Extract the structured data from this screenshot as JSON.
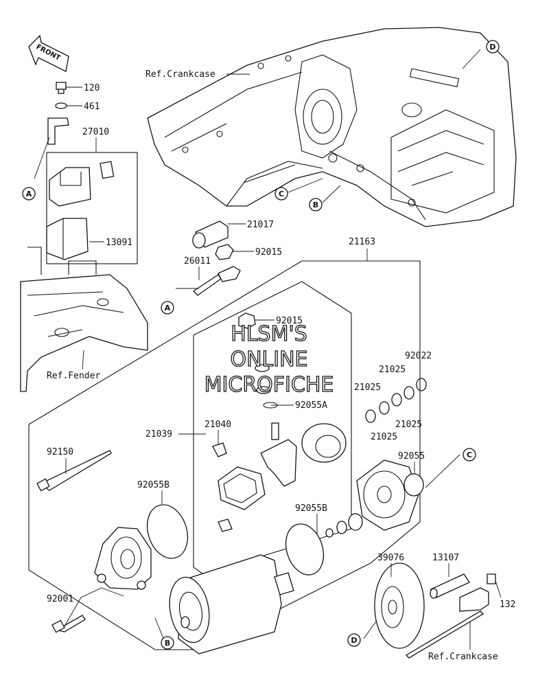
{
  "parts": {
    "p120": "120",
    "p461": "461",
    "p27010": "27010",
    "p13091": "13091",
    "p21017": "21017",
    "p92015a": "92015",
    "p26011": "26011",
    "p21163": "21163",
    "p92015b": "92015",
    "p92022": "92022",
    "p21025a": "21025",
    "p21025b": "21025",
    "p21025c": "21025",
    "p21025d": "21025",
    "p92055A": "92055A",
    "p21039": "21039",
    "p21040": "21040",
    "p92055": "92055",
    "p92150": "92150",
    "p92055B1": "92055B",
    "p92055B2": "92055B",
    "p39076": "39076",
    "p13107": "13107",
    "p132": "132",
    "p92001": "92001"
  },
  "refs": {
    "crankcase_top": "Ref.Crankcase",
    "fender": "Ref.Fender",
    "crankcase_bottom": "Ref.Crankcase"
  },
  "callouts": {
    "A": "A",
    "B": "B",
    "C": "C",
    "D": "D"
  },
  "front_label": "FRONT",
  "watermark": {
    "line1": "HLSM'S",
    "line2": "ONLINE",
    "line3": "MICROFICHE"
  },
  "icons": {
    "front_arrow": "front-arrow-icon"
  }
}
